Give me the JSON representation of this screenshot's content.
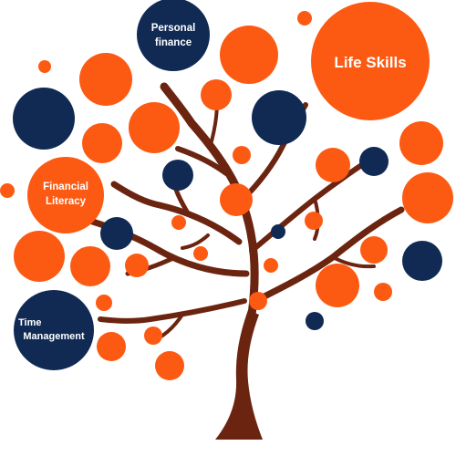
{
  "colors": {
    "orange": "#fc5a13",
    "navy": "#102a54",
    "trunk": "#6b2410",
    "label_text": "#ffffff"
  },
  "labels": {
    "life_skills": "Life Skills",
    "personal_finance_line1": "Personal",
    "personal_finance_line2": "finance",
    "financial_literacy_line1": "Financial",
    "financial_literacy_line2": "Literacy",
    "time_management_line1": "Time",
    "time_management_line2": "Management"
  }
}
